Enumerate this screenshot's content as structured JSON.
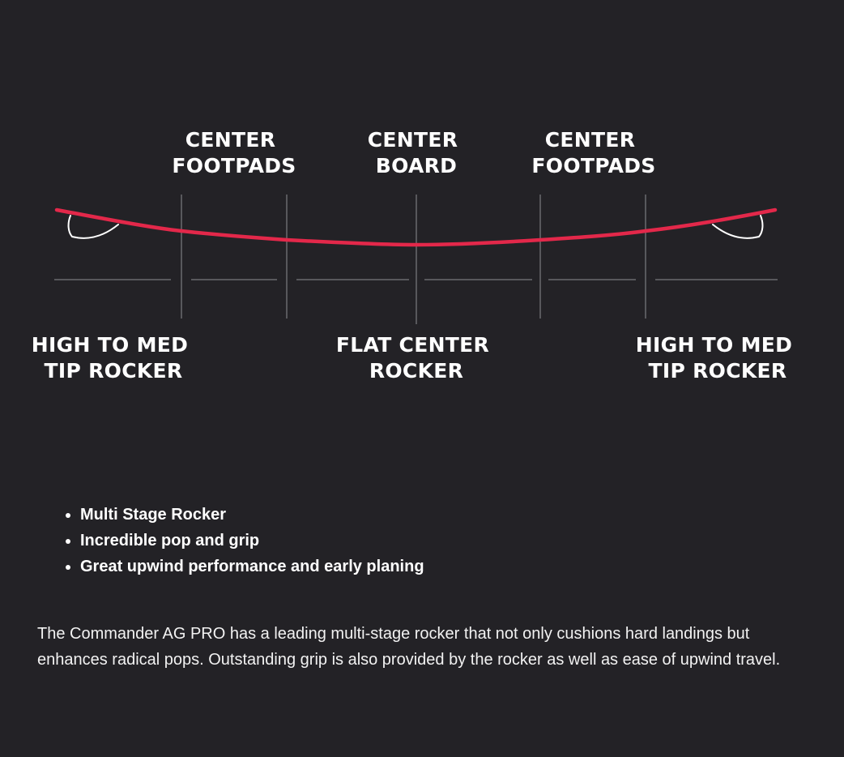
{
  "diagram": {
    "top_labels": [
      {
        "line1": "CENTER",
        "line2": "FOOTPADS"
      },
      {
        "line1": "CENTER",
        "line2": "BOARD"
      },
      {
        "line1": "CENTER",
        "line2": "FOOTPADS"
      }
    ],
    "bottom_labels": [
      {
        "line1": "HIGH TO MED",
        "line2": "TIP ROCKER"
      },
      {
        "line1": "FLAT CENTER",
        "line2": "ROCKER"
      },
      {
        "line1": "HIGH TO MED",
        "line2": "TIP ROCKER"
      }
    ],
    "colors": {
      "background": "#232226",
      "rocker_line": "#e3284a",
      "divider": "#8e8e92",
      "text": "#ffffff"
    }
  },
  "features": [
    "Multi Stage Rocker",
    "Incredible pop and grip",
    "Great upwind performance and early planing"
  ],
  "description": "The Commander AG PRO has a leading multi-stage rocker that not only cushions hard landings but enhances radical pops. Outstanding grip is also provided by the rocker as well as ease of upwind travel."
}
